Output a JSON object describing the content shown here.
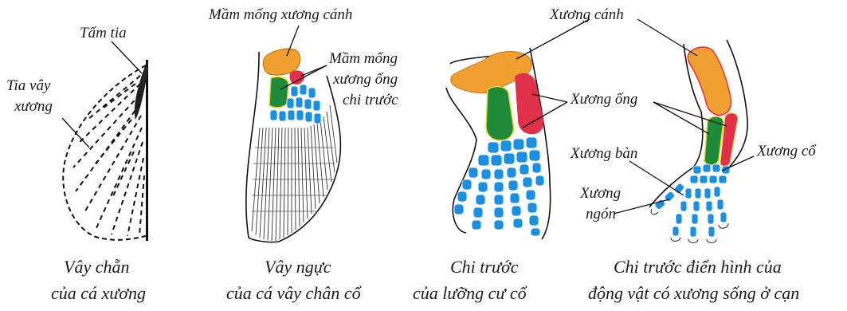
{
  "panels": [
    {
      "id": "fin-ray",
      "labels": {
        "plate": "Tấm tia",
        "ray_line1": "Tia vây",
        "ray_line2": "xương"
      },
      "caption": [
        "Vây chẵn",
        "của cá xương"
      ]
    },
    {
      "id": "pectoral-fin",
      "labels": {
        "humerus_bud": "Mầm mống xương cánh",
        "tube_bud_1": "Mầm mống",
        "tube_bud_2": "xương ống",
        "tube_bud_3": "chi trước"
      },
      "caption": [
        "Vây ngực",
        "của cá vây chân cổ"
      ]
    },
    {
      "id": "amphibian-limb",
      "labels": {
        "tube_bones": "Xương ống"
      },
      "caption": [
        "Chi trước",
        "của lưỡng cư cổ"
      ]
    },
    {
      "id": "terrestrial-limb",
      "labels": {
        "humerus": "Xương cánh",
        "metacarpal": "Xương bàn",
        "finger_1": "Xương",
        "finger_2": "ngón",
        "wrist": "Xương cổ"
      },
      "caption": [
        "Chi trước điển hình của",
        "động vật có xương sống ở cạn"
      ]
    }
  ],
  "colors": {
    "humerus": "#f0a030",
    "radius": "#1f8a3a",
    "ulna": "#e0304a",
    "small_bones": "#1d8fe0",
    "yellow_edge": "#e8d23a"
  }
}
